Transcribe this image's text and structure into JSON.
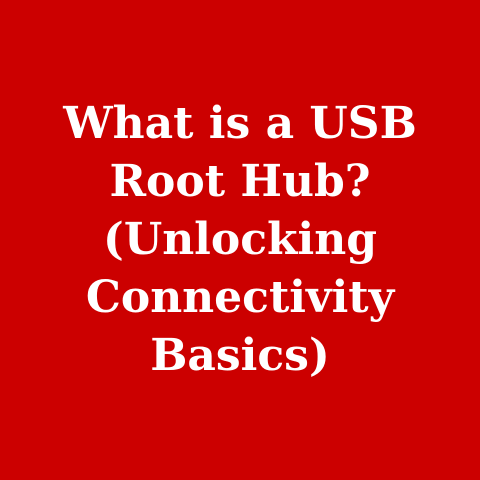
{
  "colors": {
    "background": "#CC0000",
    "text": "#FFFFFF"
  },
  "title": {
    "lines": [
      "What is a USB",
      "Root Hub?",
      "(Unlocking",
      "Connectivity",
      "Basics)"
    ]
  }
}
